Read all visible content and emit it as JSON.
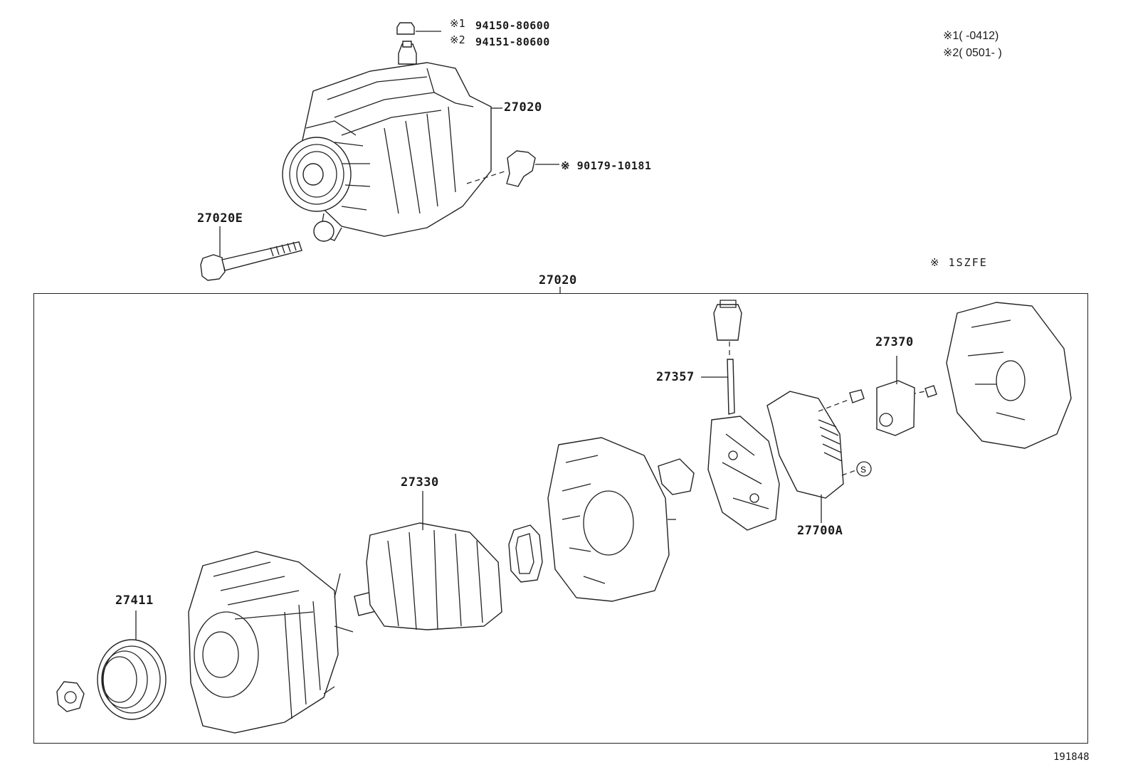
{
  "diagram": {
    "applicability": {
      "note1": "※1(        -0412)",
      "note2": "※2( 0501-        )",
      "engine": "※ 1SZFE"
    },
    "callouts": {
      "bolt_note1_mark": "※1",
      "bolt_note1_part": "94150-80600",
      "bolt_note2_mark": "※2",
      "bolt_note2_part": "94151-80600",
      "alternator_top": "27020",
      "cover_part": "※ 90179-10181",
      "through_bolt": "27020E",
      "assembly_frame": "27020",
      "terminal": "27357",
      "terminal_cover": "27370",
      "rotor": "27330",
      "regulator": "27700A",
      "pulley": "27411",
      "drawing_number": "191848"
    }
  }
}
